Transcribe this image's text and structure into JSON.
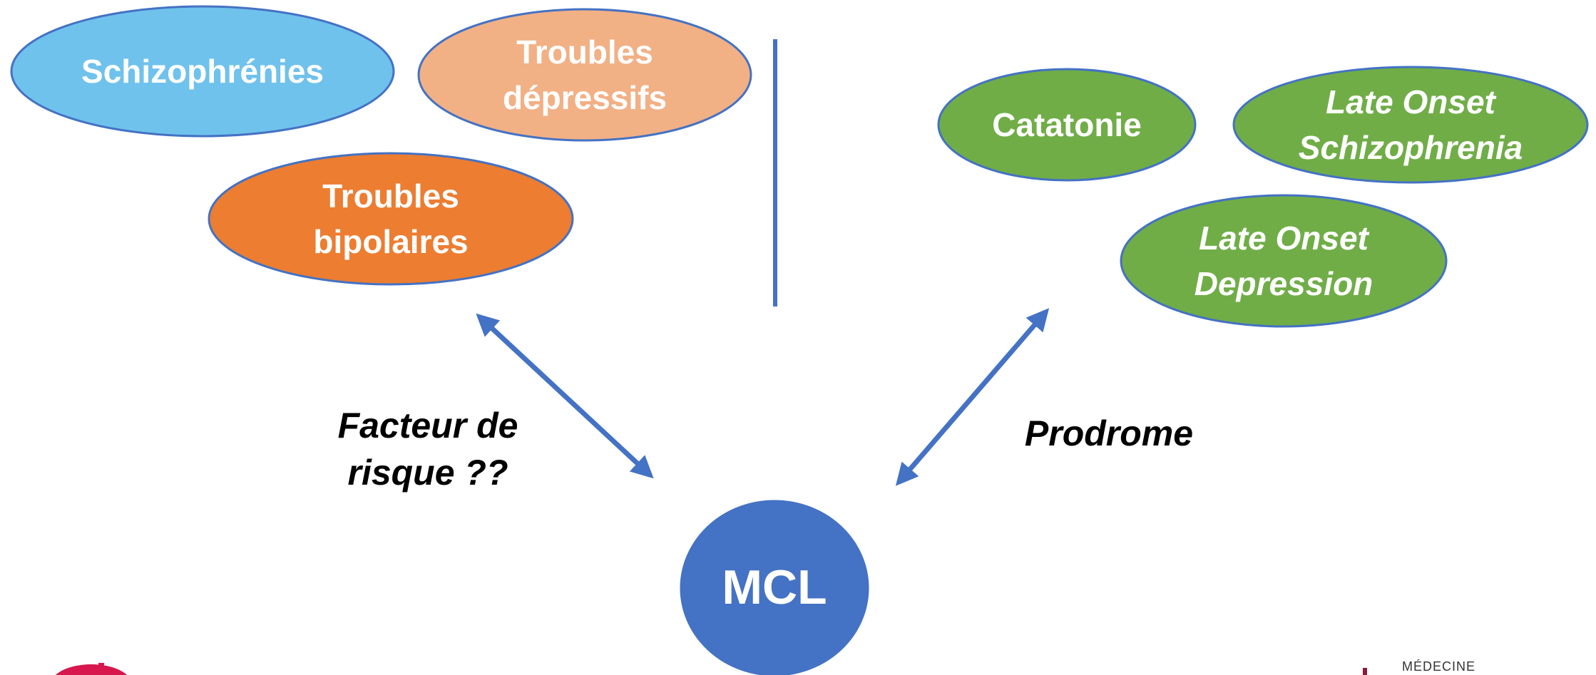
{
  "colors": {
    "schizophrenies": "#6fc2ec",
    "troubles_depressifs": "#f2b085",
    "troubles_bipolaires": "#ec7d31",
    "catatonie_group": "#70ad47",
    "mcl": "#4472c4",
    "outline": "#4472c4",
    "arrow": "#4472c4",
    "divider": "#4472c4",
    "logo_left": "#d6184e",
    "logo_right": "#8b1b3a"
  },
  "nodes": {
    "schizophrenies": {
      "lines": [
        "Schizophrénies"
      ]
    },
    "troubles_depressifs": {
      "lines": [
        "Troubles",
        "dépressifs"
      ]
    },
    "troubles_bipolaires": {
      "lines": [
        "Troubles",
        "bipolaires"
      ]
    },
    "catatonie": {
      "lines": [
        "Catatonie"
      ]
    },
    "late_onset_schizophrenia": {
      "lines": [
        "Late Onset",
        "Schizophrenia"
      ]
    },
    "late_onset_depression": {
      "lines": [
        "Late Onset",
        "Depression"
      ]
    },
    "mcl": {
      "lines": [
        "MCL"
      ]
    }
  },
  "labels": {
    "facteur_de_risque": [
      "Facteur de",
      "risque ??"
    ],
    "prodrome": [
      "Prodrome"
    ]
  },
  "logo_right": {
    "text": "MÉDECINE"
  }
}
